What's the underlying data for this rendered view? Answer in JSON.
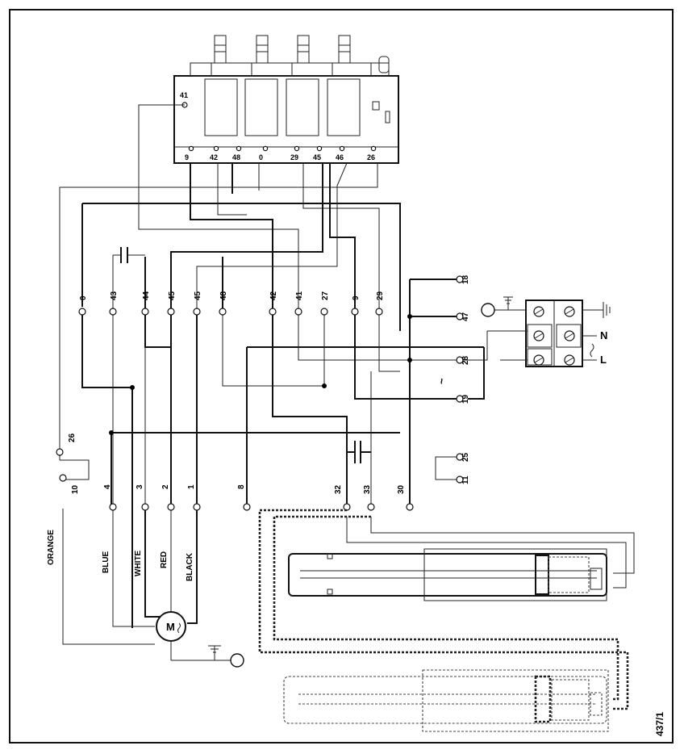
{
  "switch_block": {
    "top_labels": [
      "41"
    ],
    "bottom_labels": [
      "9",
      "42",
      "48",
      "0",
      "29",
      "45",
      "46",
      "26"
    ]
  },
  "terminal_row": {
    "labels": [
      "0",
      "43",
      "44",
      "45",
      "45",
      "48",
      "42",
      "41",
      "27",
      "9",
      "29"
    ]
  },
  "right_terminals": [
    "18",
    "47",
    "28",
    "19",
    "25",
    "11"
  ],
  "bottom_row": [
    "26",
    "10",
    "4",
    "3",
    "2",
    "1",
    "8",
    "32",
    "33",
    "30"
  ],
  "wire_colors": [
    "ORANGE",
    "BLUE",
    "WHITE",
    "RED",
    "BLACK"
  ],
  "motor": {
    "label": "M"
  },
  "mains": {
    "n": "N",
    "l": "L"
  },
  "symbols": {
    "ac": "~"
  },
  "figure_number": "437/1"
}
